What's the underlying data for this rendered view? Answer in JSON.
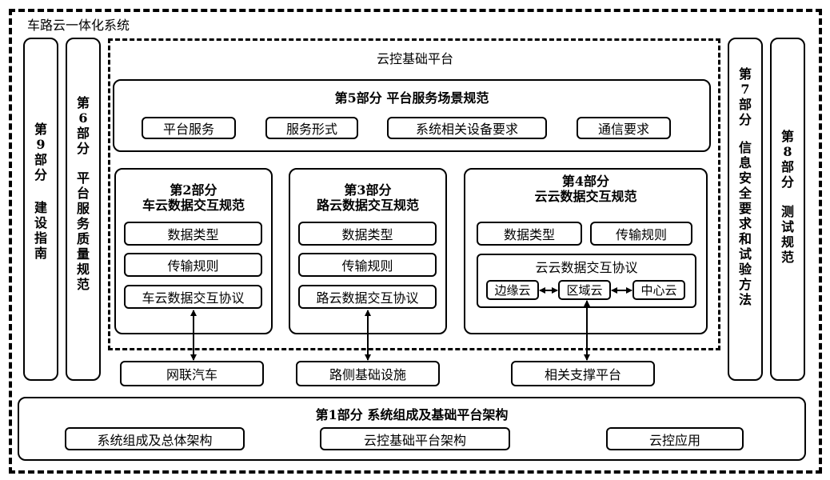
{
  "system_title": "车路云一体化系统",
  "cloud_platform_title": "云控基础平台",
  "part5": {
    "title": "第5部分  平台服务场景规范",
    "items": [
      "平台服务",
      "服务形式",
      "系统相关设备要求",
      "通信要求"
    ]
  },
  "part2": {
    "title_line1": "第2部分",
    "title_line2": "车云数据交互规范",
    "items": [
      "数据类型",
      "传输规则",
      "车云数据交互协议"
    ]
  },
  "part3": {
    "title_line1": "第3部分",
    "title_line2": "路云数据交互规范",
    "items": [
      "数据类型",
      "传输规则",
      "路云数据交互协议"
    ]
  },
  "part4": {
    "title_line1": "第4部分",
    "title_line2": "云云数据交互规范",
    "items": [
      "数据类型",
      "传输规则"
    ],
    "protocol": {
      "title": "云云数据交互协议",
      "nodes": [
        "边缘云",
        "区域云",
        "中心云"
      ]
    }
  },
  "externals": [
    "网联汽车",
    "路侧基础设施",
    "相关支撑平台"
  ],
  "part1": {
    "title": "第1部分  系统组成及基础平台架构",
    "items": [
      "系统组成及总体架构",
      "云控基础平台架构",
      "云控应用"
    ]
  },
  "side_bars": {
    "part9": "第9部分  建设指南",
    "part6": "第6部分  平台服务质量规范",
    "part7": "第7部分  信息安全要求和试验方法",
    "part8": "第8部分  测试规范"
  }
}
